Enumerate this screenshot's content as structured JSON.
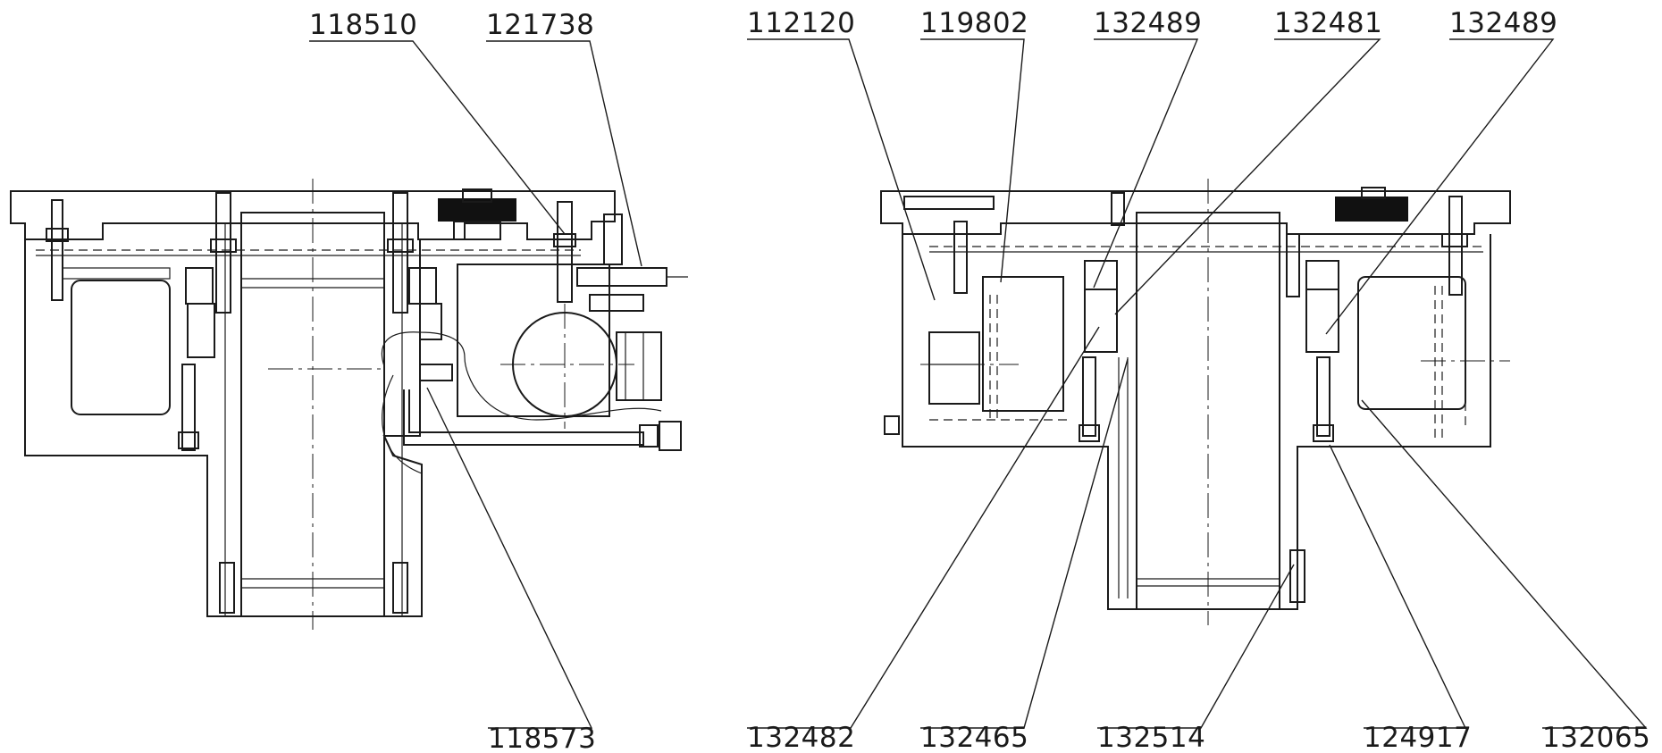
{
  "drawing": {
    "left_assembly": {
      "labels": [
        {
          "id": "l-118510",
          "text": "118510"
        },
        {
          "id": "l-121738",
          "text": "121738"
        },
        {
          "id": "l-118573",
          "text": "118573"
        }
      ]
    },
    "right_assembly": {
      "labels": [
        {
          "id": "r-112120",
          "text": "112120"
        },
        {
          "id": "r-119802",
          "text": "119802"
        },
        {
          "id": "r-132489a",
          "text": "132489"
        },
        {
          "id": "r-132481",
          "text": "132481"
        },
        {
          "id": "r-132489b",
          "text": "132489"
        },
        {
          "id": "r-132482",
          "text": "132482"
        },
        {
          "id": "r-132465",
          "text": "132465"
        },
        {
          "id": "r-132514",
          "text": "132514"
        },
        {
          "id": "r-124917",
          "text": "124917"
        },
        {
          "id": "r-132065",
          "text": "132065"
        }
      ]
    }
  }
}
